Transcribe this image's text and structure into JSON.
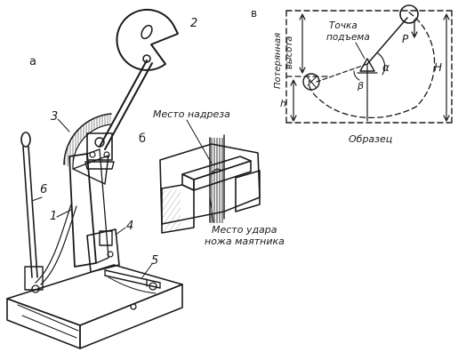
{
  "panel_labels": {
    "a": "а",
    "b": "б",
    "v": "в"
  },
  "part_numbers": [
    "1",
    "2",
    "3",
    "4",
    "5",
    "6"
  ],
  "detail_b": {
    "notch_label": "Место надреза",
    "impact_label_line1": "Место удара",
    "impact_label_line2": "ножа маятника"
  },
  "diagram_v": {
    "lift_point_line1": "Точка",
    "lift_point_line2": "подъема",
    "lost_height_line1": "Потерянная",
    "lost_height_line2": "высота",
    "specimen_label": "Образец",
    "force_label": "P",
    "angle_alpha": "α",
    "angle_beta": "β",
    "height_H": "H",
    "height_h": "h"
  }
}
